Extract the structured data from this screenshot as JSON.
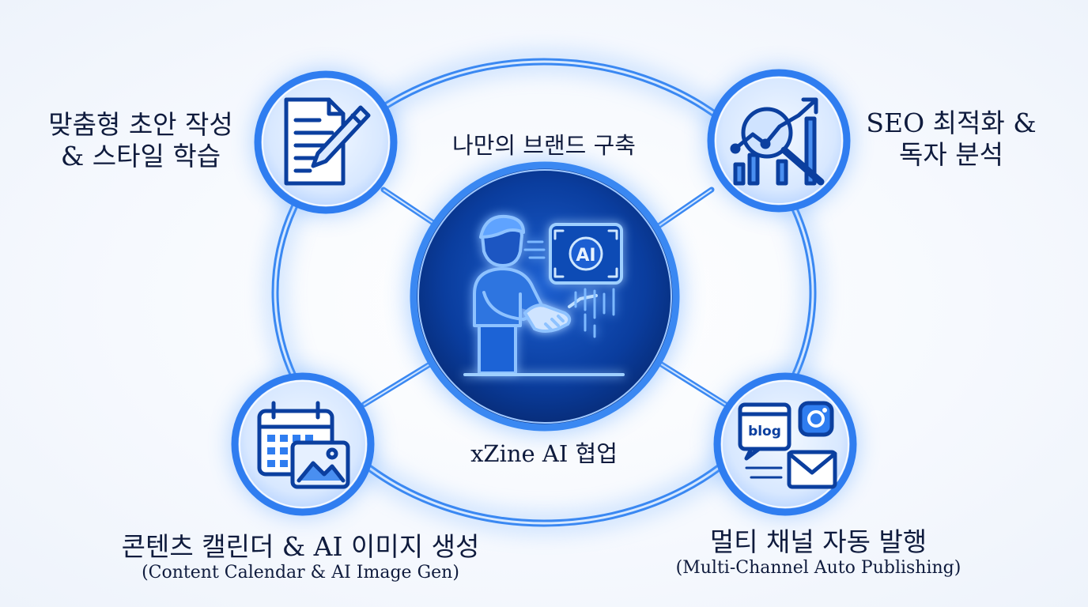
{
  "center": {
    "top_label": "나만의 브랜드 구축",
    "bottom_label": "xZine AI 협업",
    "badge_text": "AI",
    "icon": "person-ai-handshake-icon"
  },
  "nodes": [
    {
      "id": "top-left",
      "title_line1": "맞춤형 초안 작성",
      "title_line2": "& 스타일 학습",
      "icon": "document-pen-icon"
    },
    {
      "id": "top-right",
      "title_line1": "SEO 최적화 &",
      "title_line2": "독자 분석",
      "icon": "magnifier-chart-icon"
    },
    {
      "id": "bottom-left",
      "title": "콘텐츠 캘린더 & AI 이미지 생성",
      "subtitle": "(Content Calendar & AI Image Gen)",
      "icon": "calendar-image-icon"
    },
    {
      "id": "bottom-right",
      "title": "멀티 채널 자동 발행",
      "subtitle": "(Multi-Channel Auto Publishing)",
      "icon": "blog-instagram-mail-icon",
      "blog_text": "blog"
    }
  ],
  "colors": {
    "accent": "#2f7df0",
    "glow": "#63a7ff",
    "center_fill": "#0a3d9e",
    "node_fill": "#dbeaff",
    "icon": "#0b3f9f",
    "text": "#0f1b3d"
  }
}
